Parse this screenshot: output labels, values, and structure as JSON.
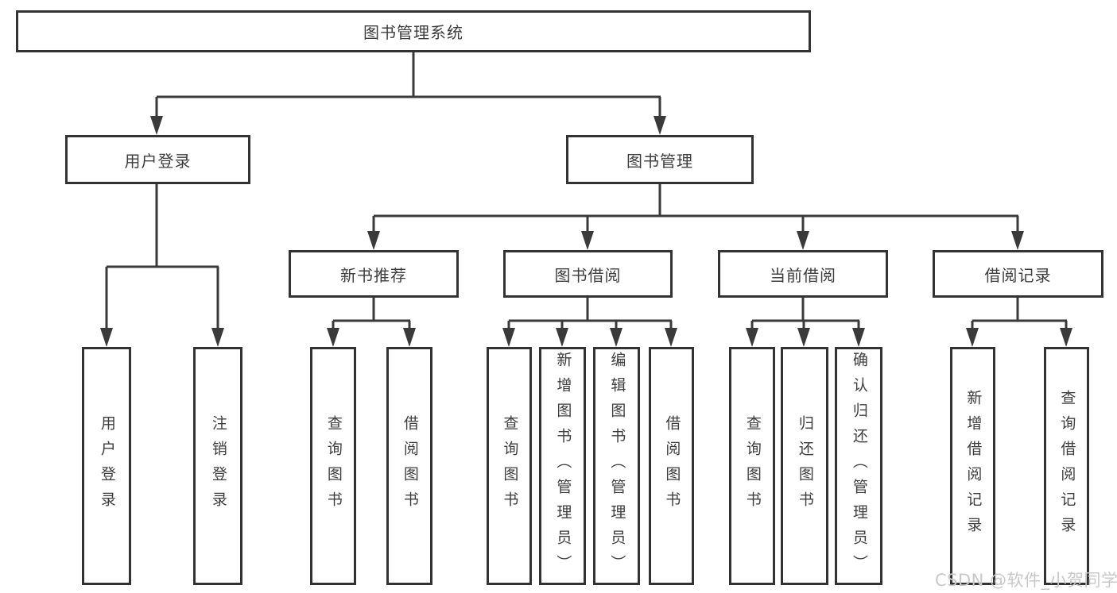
{
  "tree": {
    "root": "图书管理系统",
    "level2": [
      "用户登录",
      "图书管理"
    ],
    "level3": [
      "新书推荐",
      "图书借阅",
      "当前借阅",
      "借阅记录"
    ],
    "leaves": {
      "user_login": [
        "用户登录",
        "注销登录"
      ],
      "new_book_recommend": [
        "查询图书",
        "借阅图书"
      ],
      "book_borrow": [
        "查询图书",
        "新增图书（管理员）",
        "编辑图书（管理员）",
        "借阅图书"
      ],
      "current_borrow": [
        "查询图书",
        "归还图书",
        "确认归还（管理员）"
      ],
      "borrow_records": [
        "新增借阅记录",
        "查询借阅记录"
      ]
    }
  },
  "watermark": "CSDN @软件_小贺同学",
  "colors": {
    "line": "#3a3a3a",
    "border": "#333333",
    "text": "#3d3d3d",
    "watermark": "#c8c8c8",
    "background": "#ffffff"
  }
}
